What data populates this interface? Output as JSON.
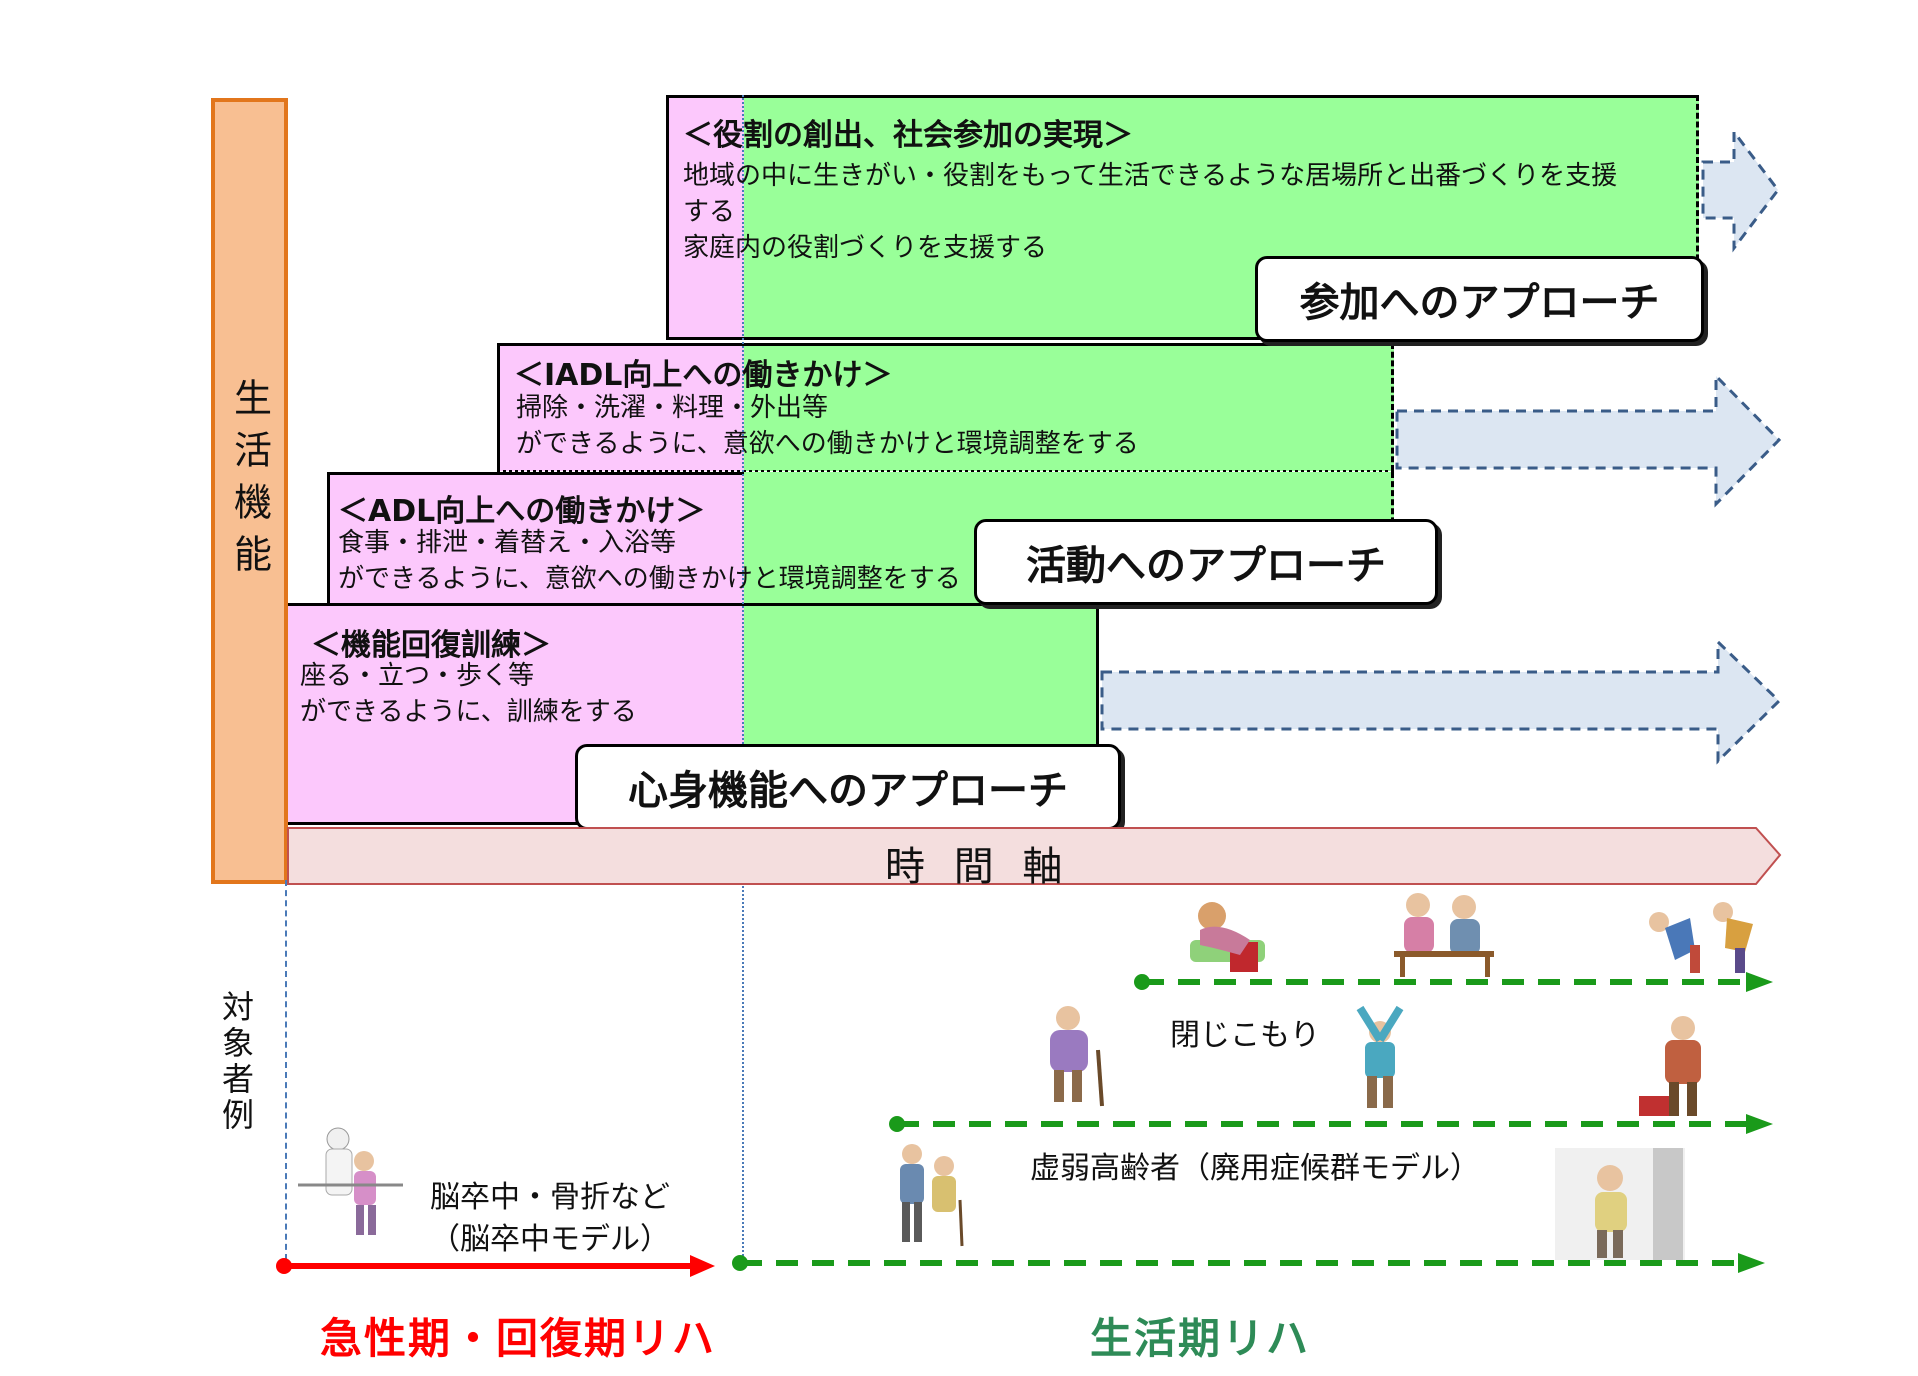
{
  "axis": {
    "vertical_label": "生活機能",
    "time_axis_label": "時 間 軸",
    "target_examples_label": "対象者例"
  },
  "stages": [
    {
      "title": "＜役割の創出、社会参加の実現＞",
      "lines": [
        "地域の中に生きがい・役割をもって生活できるような居場所と出番づくりを支援",
        "する",
        "家庭内の役割づくりを支援する"
      ]
    },
    {
      "title": "＜IADL向上への働きかけ＞",
      "lines": [
        "掃除・洗濯・料理・外出等",
        "ができるように、意欲への働きかけと環境調整をする"
      ]
    },
    {
      "title": "＜ADL向上への働きかけ＞",
      "lines": [
        "食事・排泄・着替え・入浴等",
        "ができるように、意欲への働きかけと環境調整をする"
      ]
    },
    {
      "title": "＜機能回復訓練＞",
      "lines": [
        "座る・立つ・歩く等",
        "ができるように、訓練をする"
      ]
    }
  ],
  "approaches": {
    "participation": "参加へのアプローチ",
    "activity": "活動へのアプローチ",
    "body_function": "心身機能へのアプローチ"
  },
  "cases": {
    "withdrawal": "閉じこもり",
    "frail_elderly": "虚弱高齢者（廃用症候群モデル）",
    "stroke_line1": "脳卒中・骨折など",
    "stroke_line2": "（脳卒中モデル）"
  },
  "phases": {
    "acute": "急性期・回復期リハ",
    "life": "生活期リハ"
  },
  "colors": {
    "pink": "#fcc8fc",
    "green": "#99ff99",
    "orange_fill": "#f8bf92",
    "orange_border": "#e2761c",
    "arrow_fill": "#dce6f2",
    "arrow_border": "#3a5c88",
    "time_axis_fill": "#f4dede",
    "acute_red": "#ff0000",
    "life_green": "#2e8b57"
  }
}
